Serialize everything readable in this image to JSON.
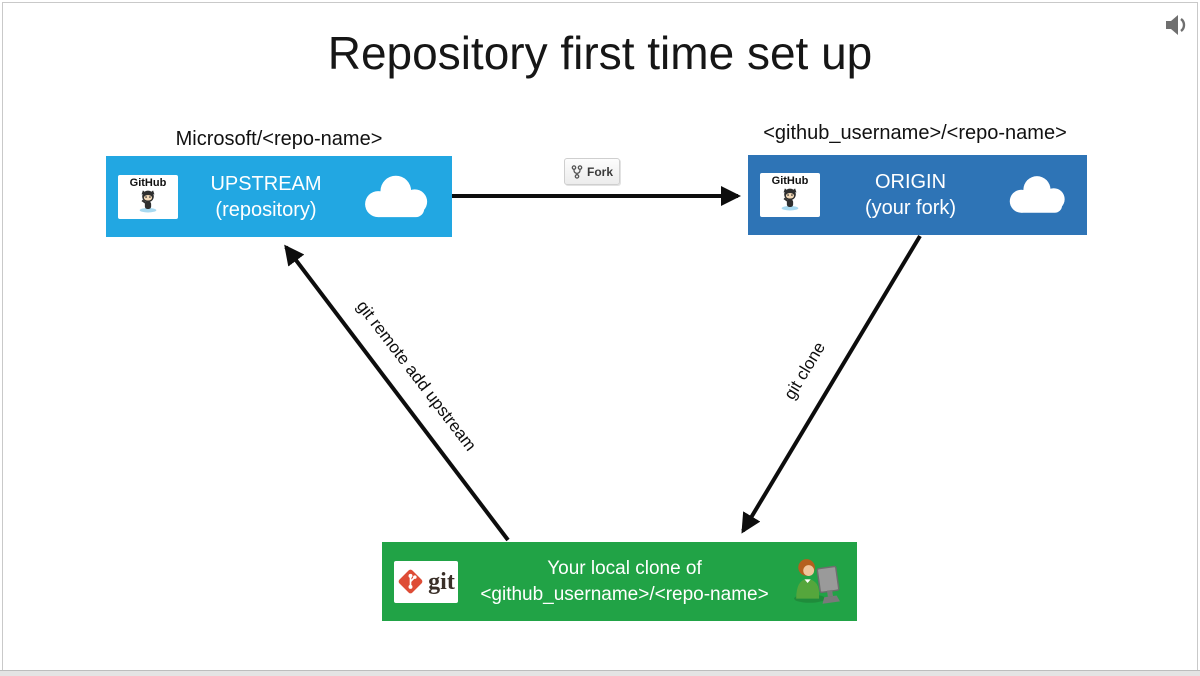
{
  "title": "Repository first time set up",
  "fork_button": {
    "label": "Fork"
  },
  "arrows": {
    "remote_label": "git remote add upstream",
    "clone_label": "git clone"
  },
  "boxes": {
    "upstream": {
      "caption": "Microsoft/<repo-name>",
      "line1": "UPSTREAM",
      "line2": "(repository)",
      "badge": "GitHub",
      "color": "#22A7E2"
    },
    "origin": {
      "caption": "<github_username>/<repo-name>",
      "line1": "ORIGIN",
      "line2": "(your fork)",
      "badge": "GitHub",
      "color": "#2E74B6"
    },
    "local": {
      "line1": "Your local clone of",
      "line2": "<github_username>/<repo-name>",
      "badge": "git",
      "color": "#21A346"
    }
  },
  "icons": {
    "speaker": "speaker-icon",
    "cloud": "cloud-icon",
    "octocat": "octocat-icon",
    "git_logo": "git-logo-icon",
    "person": "person-at-computer-icon",
    "fork": "fork-icon"
  },
  "colors": {
    "arrow": "#0d0d0d",
    "slide_border": "#c9c9c9",
    "title_text": "#161616"
  }
}
